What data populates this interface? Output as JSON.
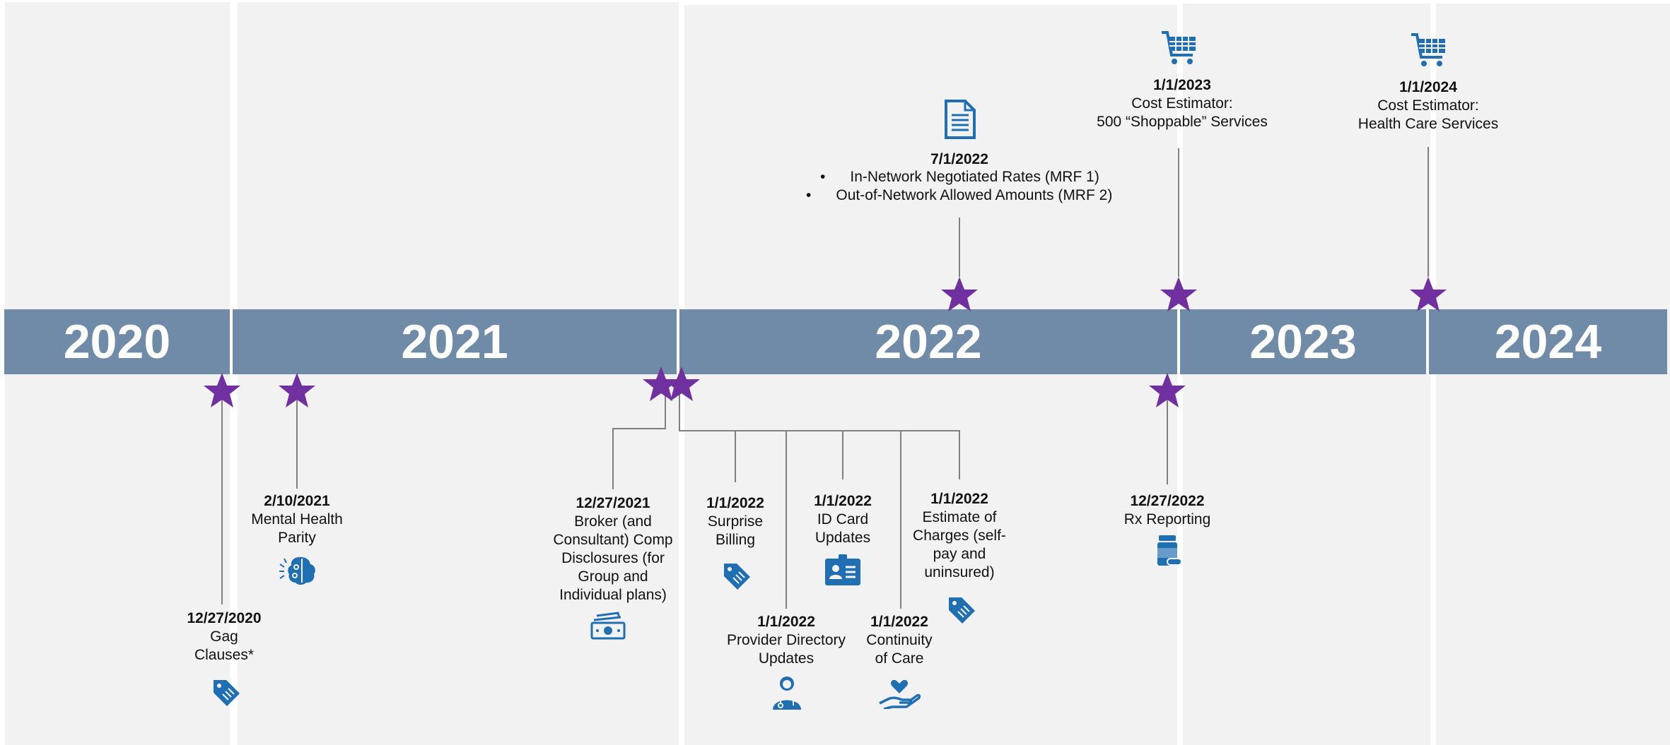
{
  "colors": {
    "band": "#6f8ba7",
    "star": "#7030a0",
    "icon": "#1f6fb2",
    "panel": "#f2f2f2",
    "connector": "#808080"
  },
  "years": [
    "2020",
    "2021",
    "2022",
    "2023",
    "2024"
  ],
  "events": {
    "gag": {
      "date": "12/27/2020",
      "text": [
        "Gag",
        "Clauses*"
      ],
      "icon": "price-tag-icon"
    },
    "mhp": {
      "date": "2/10/2021",
      "text": [
        "Mental Health",
        "Parity"
      ],
      "icon": "brain-icon"
    },
    "broker": {
      "date": "12/27/2021",
      "text": [
        "Broker (and",
        "Consultant) Comp",
        "Disclosures (for",
        "Group and",
        "Individual plans)"
      ],
      "icon": "money-icon"
    },
    "surprise": {
      "date": "1/1/2022",
      "text": [
        "Surprise",
        "Billing"
      ],
      "icon": "price-tag-icon"
    },
    "provider": {
      "date": "1/1/2022",
      "text": [
        "Provider Directory",
        "Updates"
      ],
      "icon": "doctor-icon"
    },
    "idcard": {
      "date": "1/1/2022",
      "text": [
        "ID Card",
        "Updates"
      ],
      "icon": "id-card-icon"
    },
    "continuity": {
      "date": "1/1/2022",
      "text": [
        "Continuity",
        "of Care"
      ],
      "icon": "heart-hand-icon"
    },
    "estimate": {
      "date": "1/1/2022",
      "text": [
        "Estimate of",
        "Charges (self-",
        "pay and",
        "uninsured)"
      ],
      "icon": "price-tag-icon"
    },
    "rx": {
      "date": "12/27/2022",
      "text": [
        "Rx Reporting"
      ],
      "icon": "pill-bottle-icon"
    },
    "mrf": {
      "date": "7/1/2022",
      "bullets": [
        "In-Network Negotiated Rates (MRF 1)",
        "Out-of-Network Allowed Amounts (MRF 2)"
      ],
      "icon": "document-icon"
    },
    "cost2023": {
      "date": "1/1/2023",
      "text": [
        "Cost Estimator:",
        "500 “Shoppable” Services"
      ],
      "icon": "shopping-cart-icon"
    },
    "cost2024": {
      "date": "1/1/2024",
      "text": [
        "Cost Estimator:",
        "Health Care Services"
      ],
      "icon": "shopping-cart-icon"
    }
  }
}
